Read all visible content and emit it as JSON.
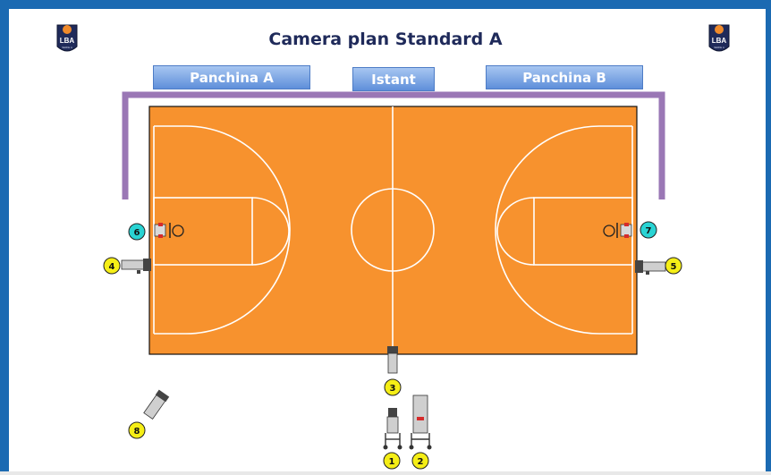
{
  "title": "Camera plan Standard A",
  "logo": {
    "text": "LBA",
    "subtext": "SERIE A"
  },
  "benches": {
    "panchina_a": "Panchina A",
    "istant": "Istant",
    "panchina_b": "Panchina B"
  },
  "cameras": [
    {
      "label": "1",
      "color": "#f5ee16"
    },
    {
      "label": "2",
      "color": "#f5ee16"
    },
    {
      "label": "3",
      "color": "#f5ee16"
    },
    {
      "label": "4",
      "color": "#f5ee16"
    },
    {
      "label": "5",
      "color": "#f5ee16"
    },
    {
      "label": "6",
      "color": "#29d3d3"
    },
    {
      "label": "7",
      "color": "#29d3d3"
    },
    {
      "label": "8",
      "color": "#f5ee16"
    }
  ],
  "colors": {
    "court": "#f7922e",
    "frame": "#1b6ab2",
    "bench_line": "#9a77b5"
  }
}
